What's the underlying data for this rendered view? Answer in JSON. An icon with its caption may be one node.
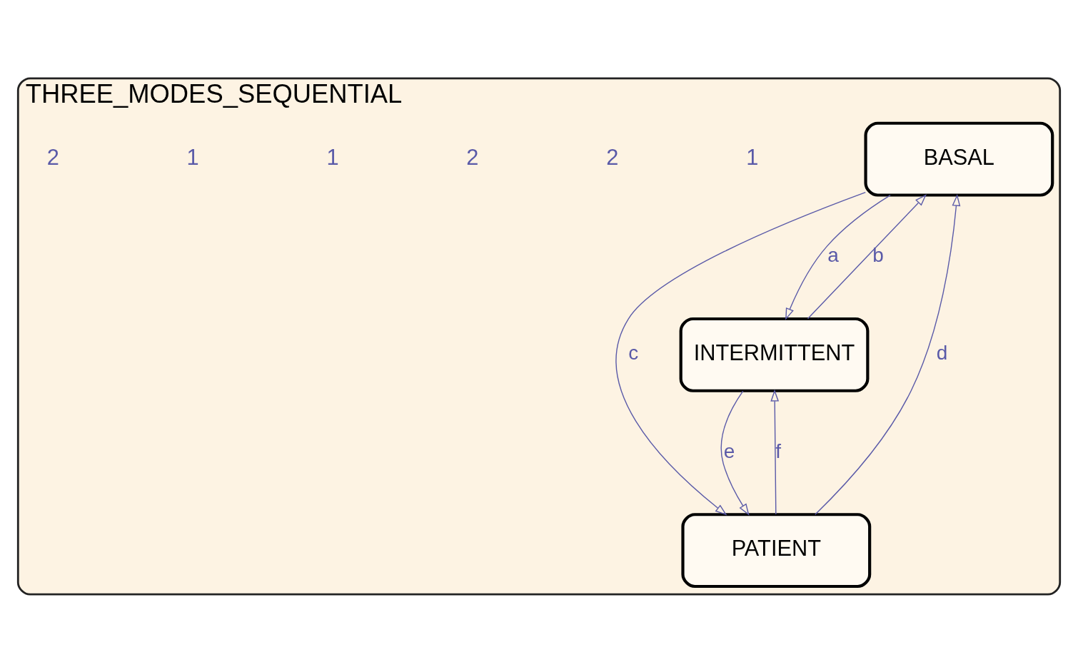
{
  "diagram": {
    "nodes": [
      {
        "text": [
          "THREE_MODES_SEQUENTIAL"
        ]
      },
      {
        "text": [
          "BASAL"
        ],
        "in": 0
      },
      {
        "text": [
          "INTERMITTENT"
        ],
        "in": 0
      },
      {
        "text": [
          "PATIENT"
        ],
        "in": 0
      }
    ],
    "edges": [
      {
        "from": 2,
        "to": 1,
        "arrow": "to",
        "label": "b"
      },
      {
        "from": 1,
        "to": 2,
        "arrow": "to",
        "label": "a"
      },
      {
        "from": 1,
        "to": 3,
        "arrow": "to",
        "label": "c"
      },
      {
        "from": 3,
        "to": 1,
        "arrow": "to",
        "label": "d"
      },
      {
        "from": 2,
        "to": 3,
        "arrow": "to",
        "label": "e"
      },
      {
        "from": 3,
        "to": 2,
        "arrow": "to",
        "label": "f"
      }
    ],
    "labels": [
      "1",
      "2",
      "2",
      "1",
      "1",
      "2"
    ]
  }
}
